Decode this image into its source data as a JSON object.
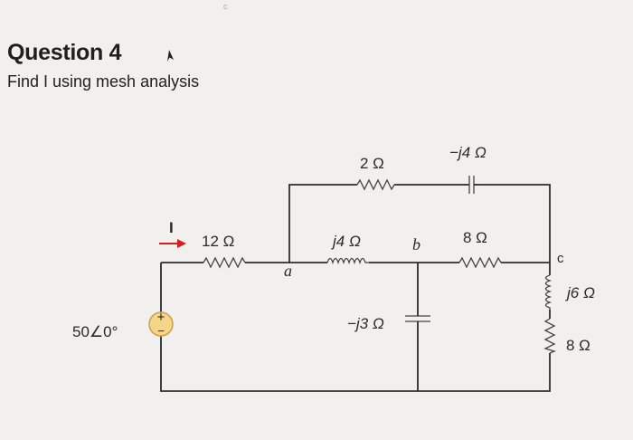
{
  "question": {
    "title": "Question 4",
    "prompt": "Find I using mesh analysis",
    "margin_mark": "c"
  },
  "circuit": {
    "source": {
      "label": "50∠0°",
      "plus": "+",
      "minus": "−"
    },
    "current_label": "I",
    "resistor_12": "12 Ω",
    "resistor_2": "2 Ω",
    "capacitor_j4": "−j4 Ω",
    "inductor_j4": "j4 Ω",
    "resistor_8_top": "8 Ω",
    "capacitor_j3": "−j3 Ω",
    "inductor_j6": "j6 Ω",
    "resistor_8_right": "8 Ω",
    "node_a": "a",
    "node_b": "b",
    "node_c": "c"
  },
  "colors": {
    "background": "#f1f0ee",
    "wire": "#2d2d2d",
    "source_fill": "#f4d58a",
    "current_arrow": "#d21f1f"
  }
}
